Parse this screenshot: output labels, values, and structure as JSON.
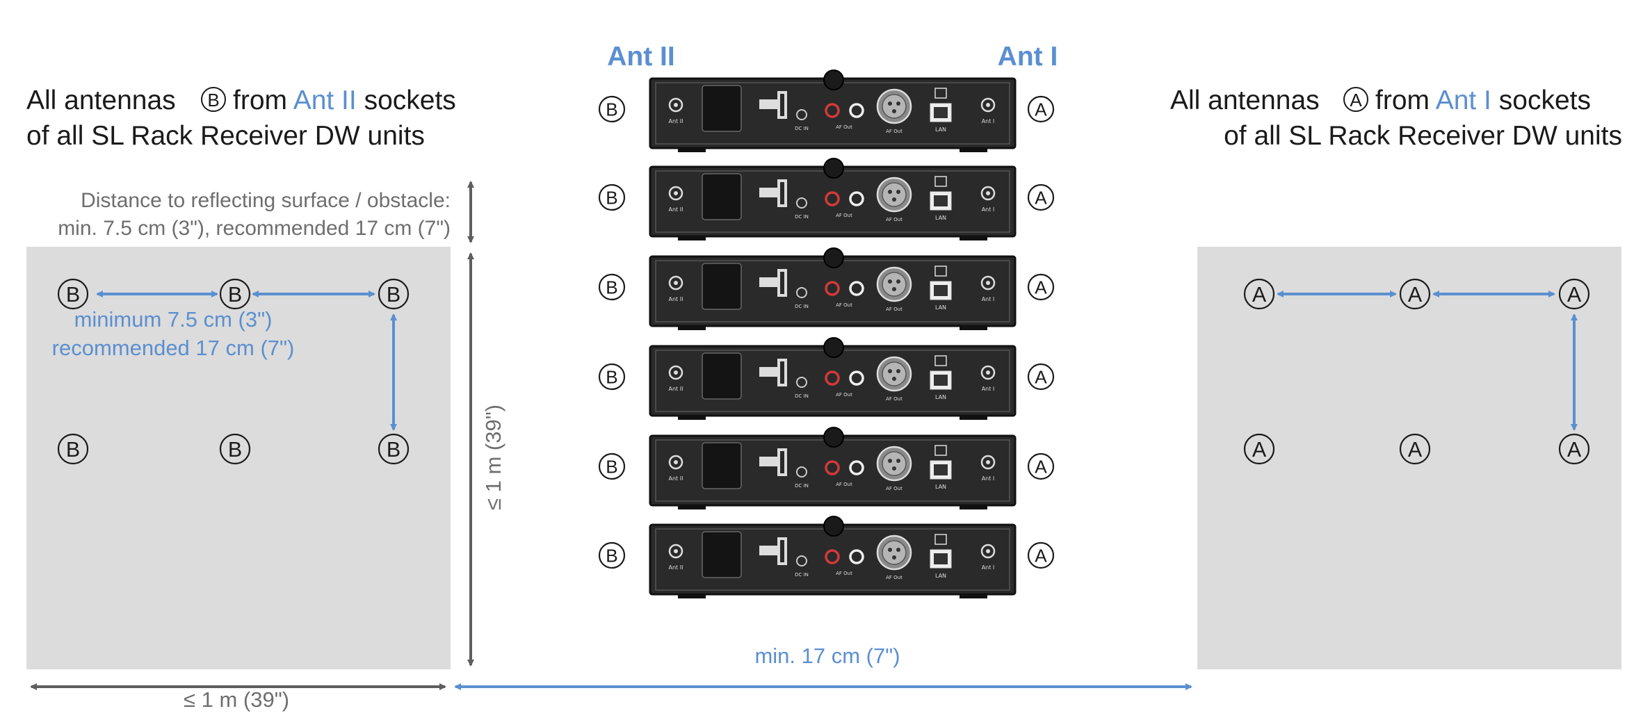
{
  "headers": {
    "ant2_label": "Ant II",
    "ant1_label": "Ant I"
  },
  "left_heading": {
    "line1_pre": "All antennas",
    "line1_post_pre": "from",
    "line1_highlight": "Ant II",
    "line1_post": "sockets",
    "line2": "of all SL Rack Receiver DW units",
    "antenna_letter": "B"
  },
  "right_heading": {
    "line1_pre": "All antennas",
    "line1_post_pre": "from",
    "line1_highlight": "Ant I",
    "line1_post": "sockets",
    "line2": "of all SL Rack Receiver DW units",
    "antenna_letter": "A"
  },
  "distance_note": {
    "line1": "Distance to reflecting surface / obstacle:",
    "line2": "min. 7.5 cm (3\"), recommended 17 cm (7\")"
  },
  "spacing_note": {
    "line1": "minimum 7.5 cm (3\")",
    "line2": "recommended 17 cm (7\")"
  },
  "dims": {
    "height_label": "≤ 1 m (39\")",
    "width_label": "≤ 1 m (39\")",
    "separation_label": "min. 17 cm (7\")"
  },
  "antenna_letters": {
    "left": "B",
    "right": "A"
  },
  "receiver_labels": {
    "ant2": "Ant II",
    "ant1": "Ant I",
    "dc": "DC IN",
    "af_out": "AF Out",
    "lan": "LAN"
  },
  "receiver_count": 6,
  "colors": {
    "accent_blue": "#5b8fd0",
    "text_dark": "#1a1a1a",
    "text_grey": "#6e6e6e",
    "panel_grey": "#dcdcdc",
    "arrow_grey": "#5e5e5e",
    "device_body": "#2a2a2a"
  }
}
